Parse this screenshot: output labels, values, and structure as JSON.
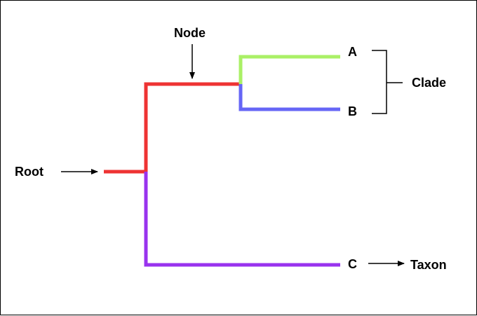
{
  "labels": {
    "node": "Node",
    "root": "Root",
    "clade": "Clade",
    "taxon": "Taxon",
    "leaf_a": "A",
    "leaf_b": "B",
    "leaf_c": "C"
  },
  "colors": {
    "root_branch": "#ee3333",
    "branch_a": "#aaf066",
    "branch_b": "#6666f6",
    "branch_c": "#9933ee",
    "annotation": "#000000",
    "background": "#ffffff"
  }
}
